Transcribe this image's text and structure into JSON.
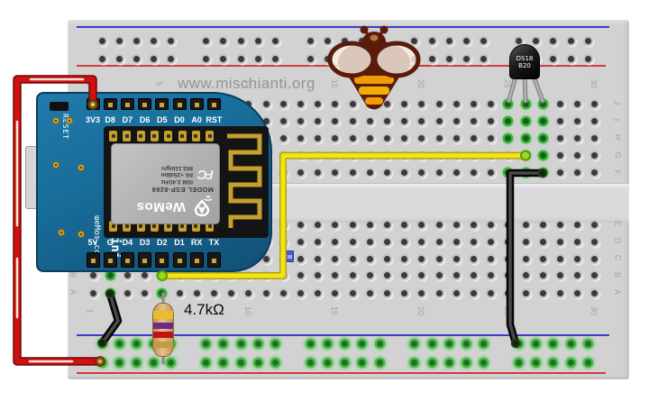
{
  "watermark": "www.mischianti.org",
  "components": {
    "wemos": {
      "top_pins": [
        "3V3",
        "D8",
        "D7",
        "D6",
        "D5",
        "D0",
        "A0",
        "RST"
      ],
      "bottom_pins": [
        "5V",
        "G",
        "D4",
        "D3",
        "D2",
        "D1",
        "RX",
        "TX"
      ],
      "reset_label": "RESET",
      "board_name": "D1mini",
      "brand_label": "ɯeMos.cc",
      "shield": {
        "logo_text": "WeMos",
        "model": "MODEL ESP-8266",
        "specs": [
          "ISM 2.4GHz",
          "PA +25dBm",
          "802.11b/g/n"
        ],
        "fcc_mark": "FC"
      }
    },
    "sensor": {
      "label_line1": "DS18",
      "label_line2": "B20"
    },
    "resistor": {
      "value_label": "4.7kΩ",
      "bands": [
        "yellow",
        "violet",
        "red",
        "gold"
      ]
    }
  },
  "breadboard": {
    "row_letters_bottom_to_top": [
      "A",
      "B",
      "C",
      "D",
      "E",
      "F",
      "G",
      "H",
      "I",
      "J"
    ],
    "column_numbers": [
      "1",
      "5",
      "10",
      "15",
      "20",
      "25",
      "30"
    ]
  },
  "wires": [
    {
      "name": "power-3v3-red",
      "color": "#c41414"
    },
    {
      "name": "data-yellow",
      "color": "#f2e41c"
    },
    {
      "name": "gnd-black-left",
      "color": "#1a1a1a"
    },
    {
      "name": "gnd-black-right",
      "color": "#1a1a1a"
    }
  ],
  "colors": {
    "board_silk": "#176b97",
    "rail_positive": "#d03b3b",
    "rail_negative": "#3c3cd0",
    "highlight_green": "#38b838",
    "breadboard": "#d2d2d2"
  }
}
